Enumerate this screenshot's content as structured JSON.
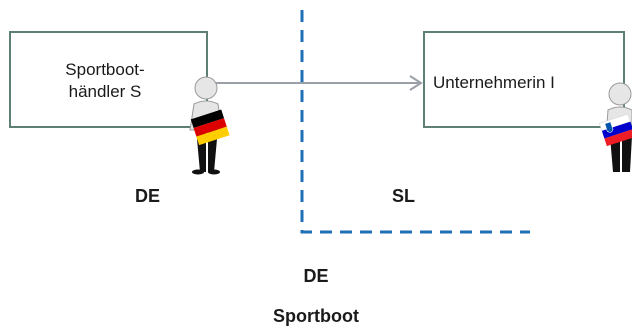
{
  "diagram": {
    "left_box": {
      "line1": "Sportboot-",
      "line2": "händler S"
    },
    "right_box": {
      "label": "Unternehmerin I"
    },
    "left_country": "DE",
    "right_country": "SL",
    "bottom_country": "DE",
    "bottom_item": "Sportboot"
  },
  "colors": {
    "box_border": "#5f7f75",
    "arrow": "#9aa0a6",
    "border_dash": "#1f6fb5",
    "flag_de": [
      "#000000",
      "#dd0000",
      "#ffce00"
    ],
    "flag_si": [
      "#ffffff",
      "#0000cc",
      "#ee1c25"
    ]
  },
  "icons": [
    "person-figure-icon",
    "german-flag-icon",
    "slovenian-flag-icon",
    "arrow-right-icon"
  ]
}
